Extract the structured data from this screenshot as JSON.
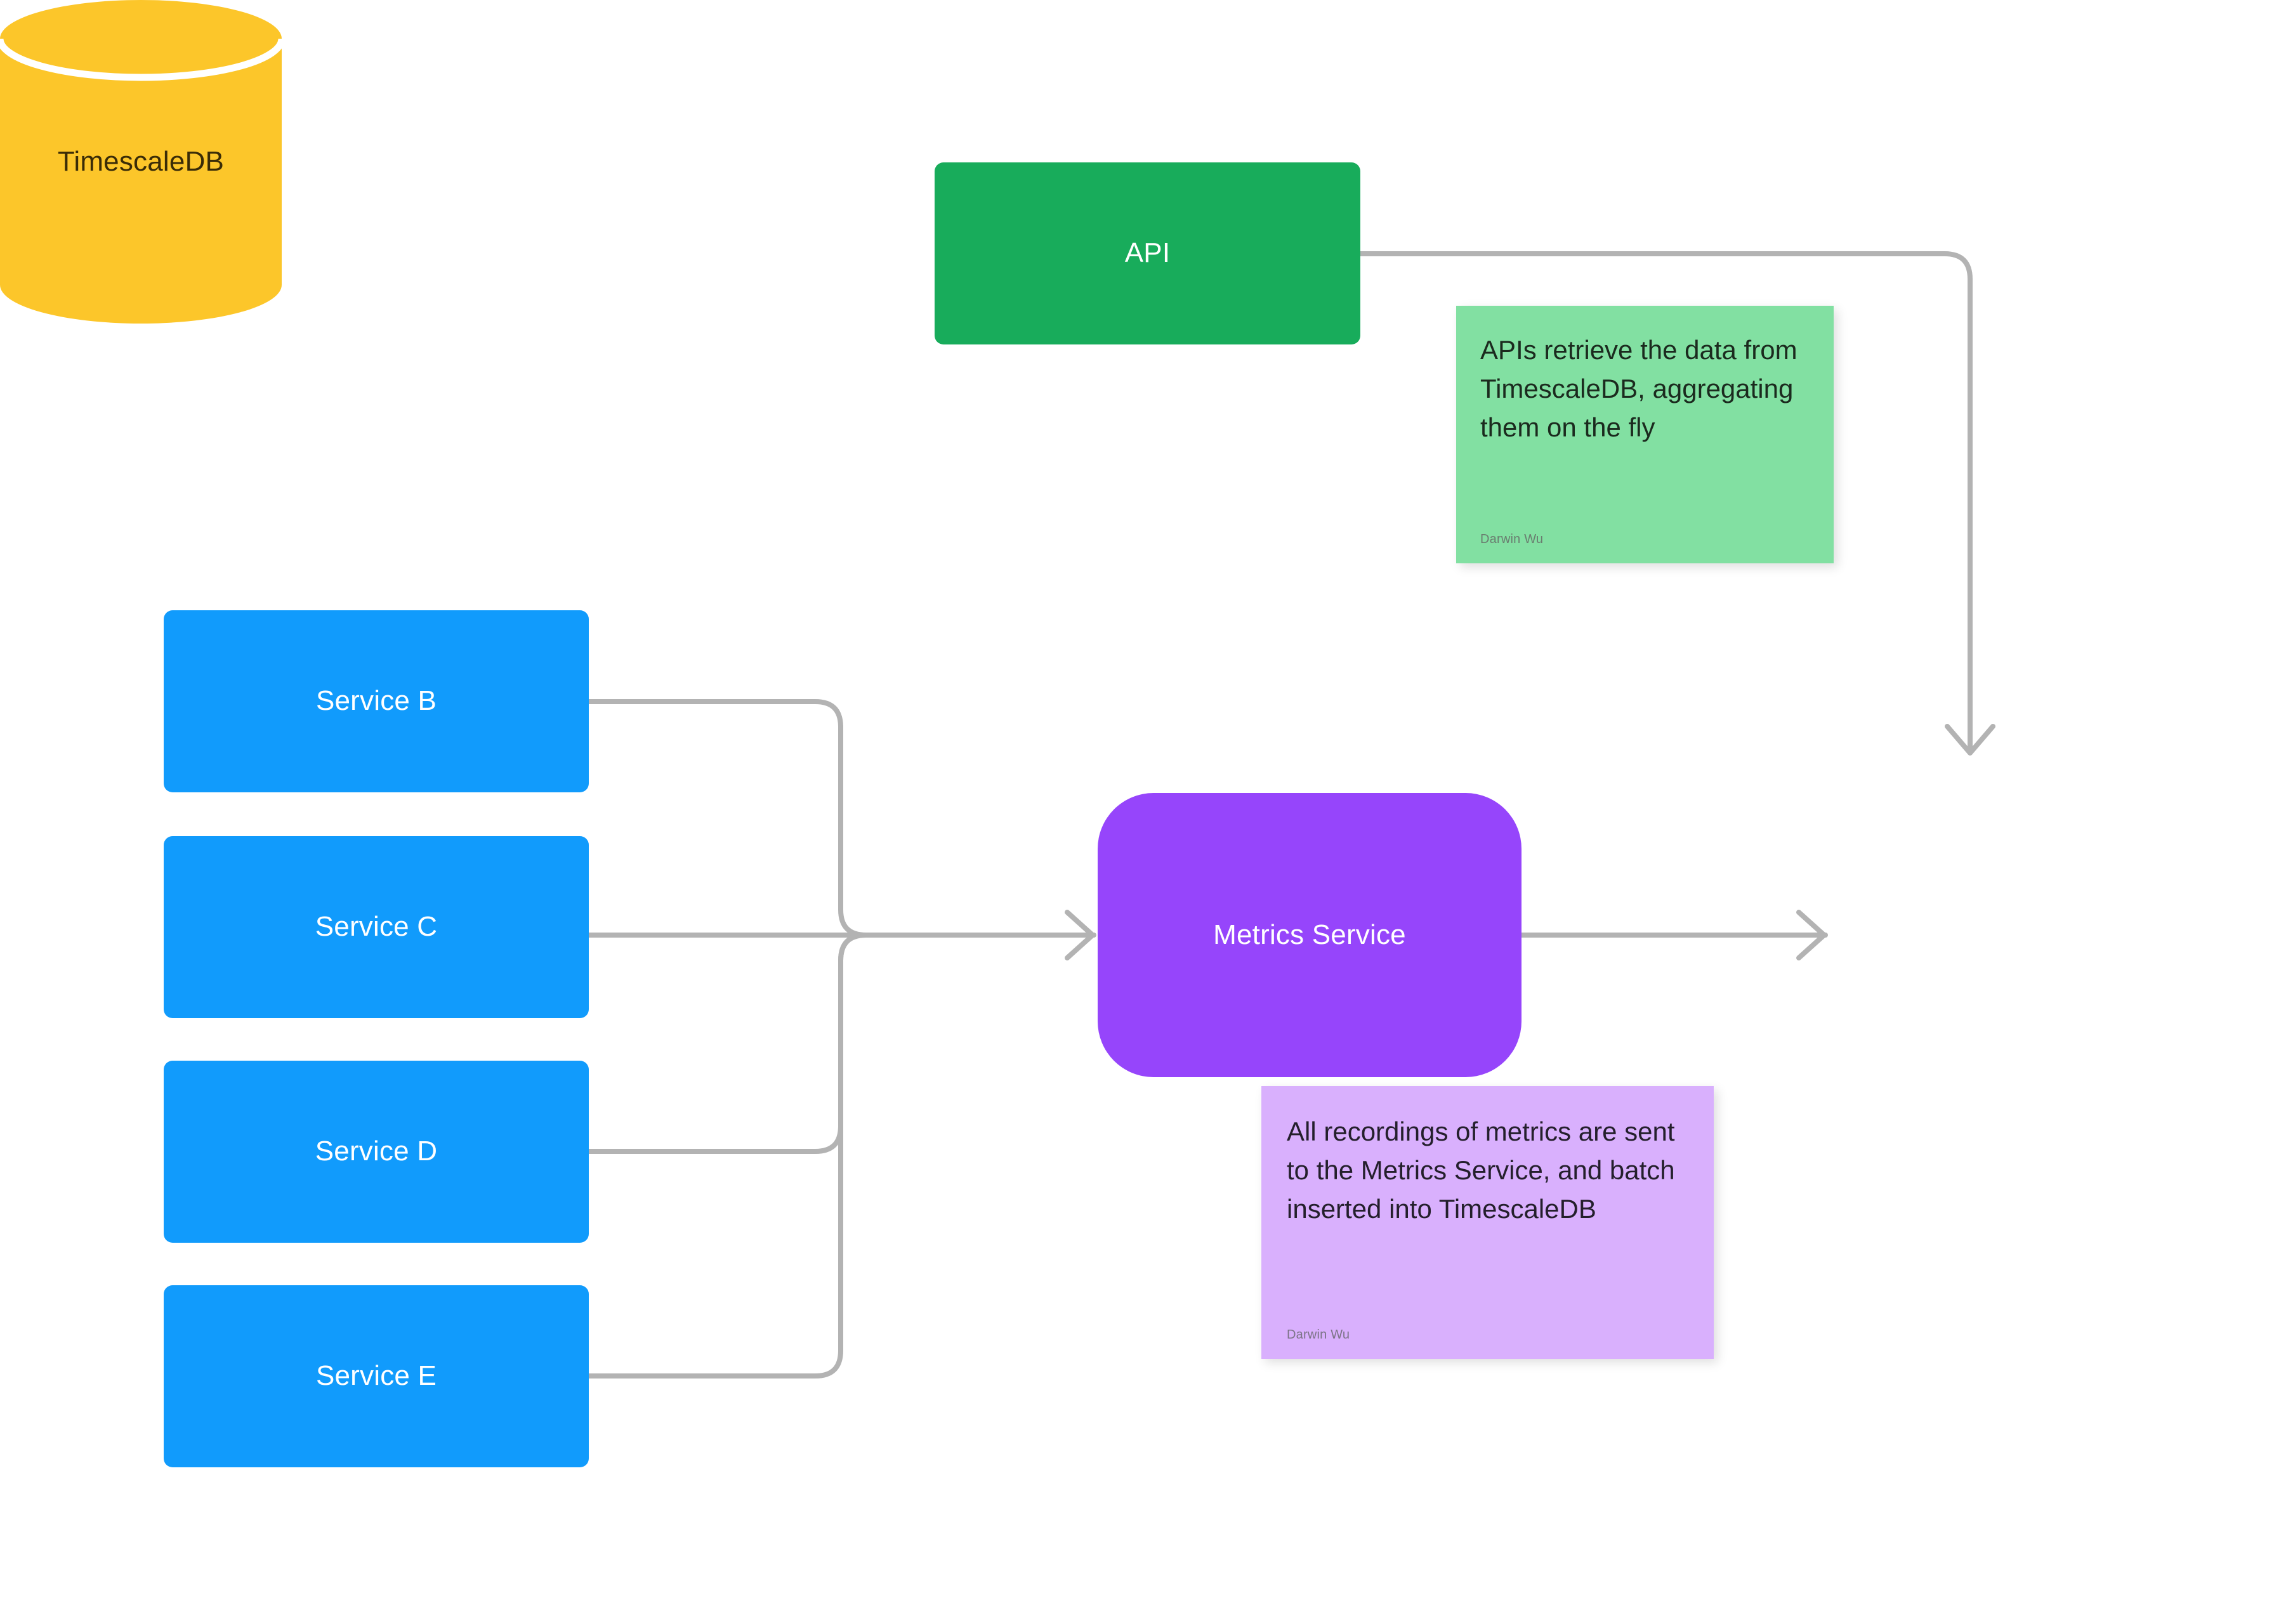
{
  "diagram": {
    "background": "#ffffff",
    "connector_color": "#b3b3b3",
    "nodes": {
      "api": {
        "label": "API",
        "color": "#18ac5b",
        "text_color": "#ffffff",
        "shape": "rounded-rect"
      },
      "service_b": {
        "label": "Service B",
        "color": "#119bfc",
        "text_color": "#ffffff",
        "shape": "rounded-rect"
      },
      "service_c": {
        "label": "Service C",
        "color": "#119bfc",
        "text_color": "#ffffff",
        "shape": "rounded-rect"
      },
      "service_d": {
        "label": "Service D",
        "color": "#119bfc",
        "text_color": "#ffffff",
        "shape": "rounded-rect"
      },
      "service_e": {
        "label": "Service E",
        "color": "#119bfc",
        "text_color": "#ffffff",
        "shape": "rounded-rect"
      },
      "metrics_service": {
        "label": "Metrics Service",
        "color": "#9645fb",
        "text_color": "#ffffff",
        "shape": "rounded-square"
      },
      "timescaledb": {
        "label": "TimescaleDB",
        "color": "#fcc62a",
        "text_color": "#3a2c07",
        "shape": "cylinder"
      }
    },
    "notes": {
      "api_note": {
        "body": "APIs retrieve the data from TimescaleDB, aggregating them on the fly",
        "author": "Darwin Wu",
        "color": "#82e0a2"
      },
      "metrics_note": {
        "body": "All recordings of metrics are sent to the Metrics Service, and batch inserted into TimescaleDB",
        "author": "Darwin Wu",
        "color": "#d9b0fd"
      }
    },
    "edges": [
      {
        "from": "service_b",
        "to": "metrics_service",
        "arrow": true
      },
      {
        "from": "service_c",
        "to": "metrics_service",
        "arrow": true
      },
      {
        "from": "service_d",
        "to": "metrics_service",
        "arrow": true
      },
      {
        "from": "service_e",
        "to": "metrics_service",
        "arrow": true
      },
      {
        "from": "metrics_service",
        "to": "timescaledb",
        "arrow": true
      },
      {
        "from": "api",
        "to": "timescaledb",
        "arrow": true
      }
    ]
  }
}
